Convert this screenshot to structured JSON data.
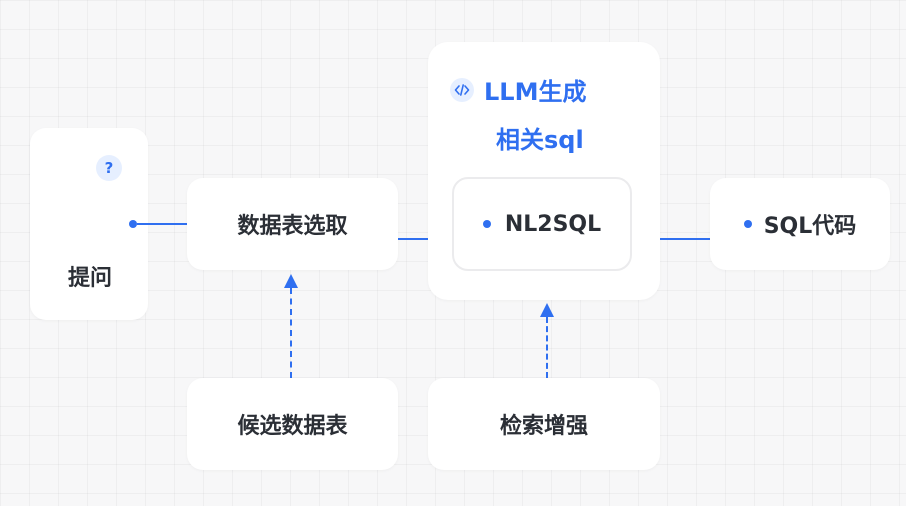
{
  "nodes": {
    "question": {
      "icon": "question-icon",
      "icon_text": "?",
      "label": "提问"
    },
    "table_select": {
      "label": "数据表选取"
    },
    "llm": {
      "icon": "code-icon",
      "title_line1": "LLM生成",
      "title_line2": "相关sql"
    },
    "nl2sql": {
      "label": "NL2SQL"
    },
    "sql_code": {
      "label": "SQL代码"
    },
    "candidate_tables": {
      "label": "候选数据表"
    },
    "retrieval": {
      "label": "检索增强"
    }
  },
  "colors": {
    "accent": "#2f6ff0",
    "node_bg": "#ffffff",
    "canvas_bg": "#f7f7f8",
    "text": "#2b2f36"
  }
}
